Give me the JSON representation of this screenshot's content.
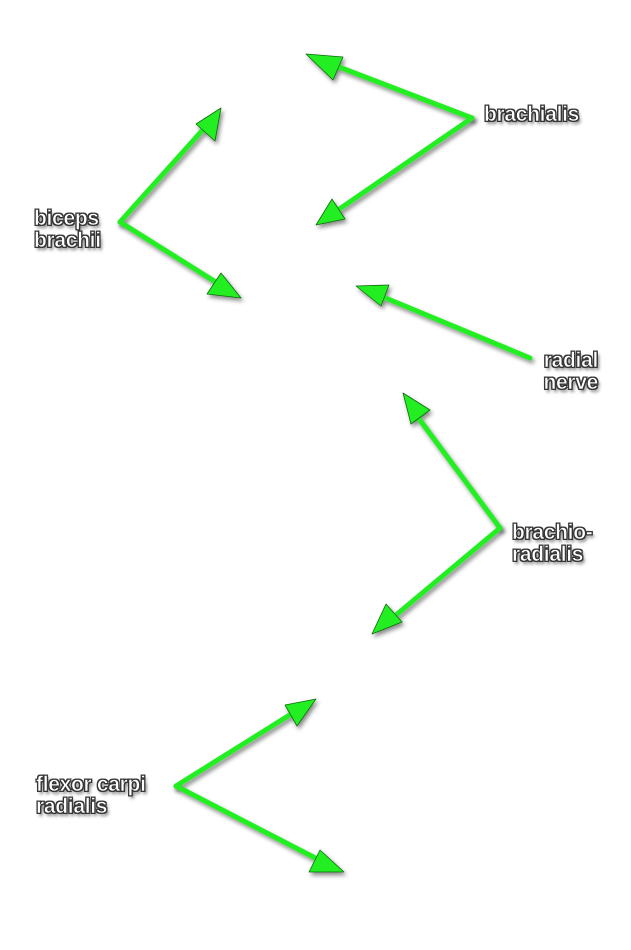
{
  "colors": {
    "arrow": "#22ee22",
    "arrow_outline": "#0c6a0c",
    "label_text": "#ffffff",
    "label_outline": "#3a3a3a",
    "background": "#ffffff"
  },
  "labels": {
    "brachialis": {
      "lines": [
        "brachialis"
      ]
    },
    "biceps_brachii": {
      "lines": [
        "biceps",
        "brachii"
      ]
    },
    "radial_nerve": {
      "lines": [
        "radial",
        "nerve"
      ]
    },
    "brachioradialis": {
      "lines": [
        "brachio-",
        "radialis"
      ]
    },
    "flexor_carpi_radialis": {
      "lines": [
        "flexor carpi",
        "radialis"
      ]
    }
  }
}
